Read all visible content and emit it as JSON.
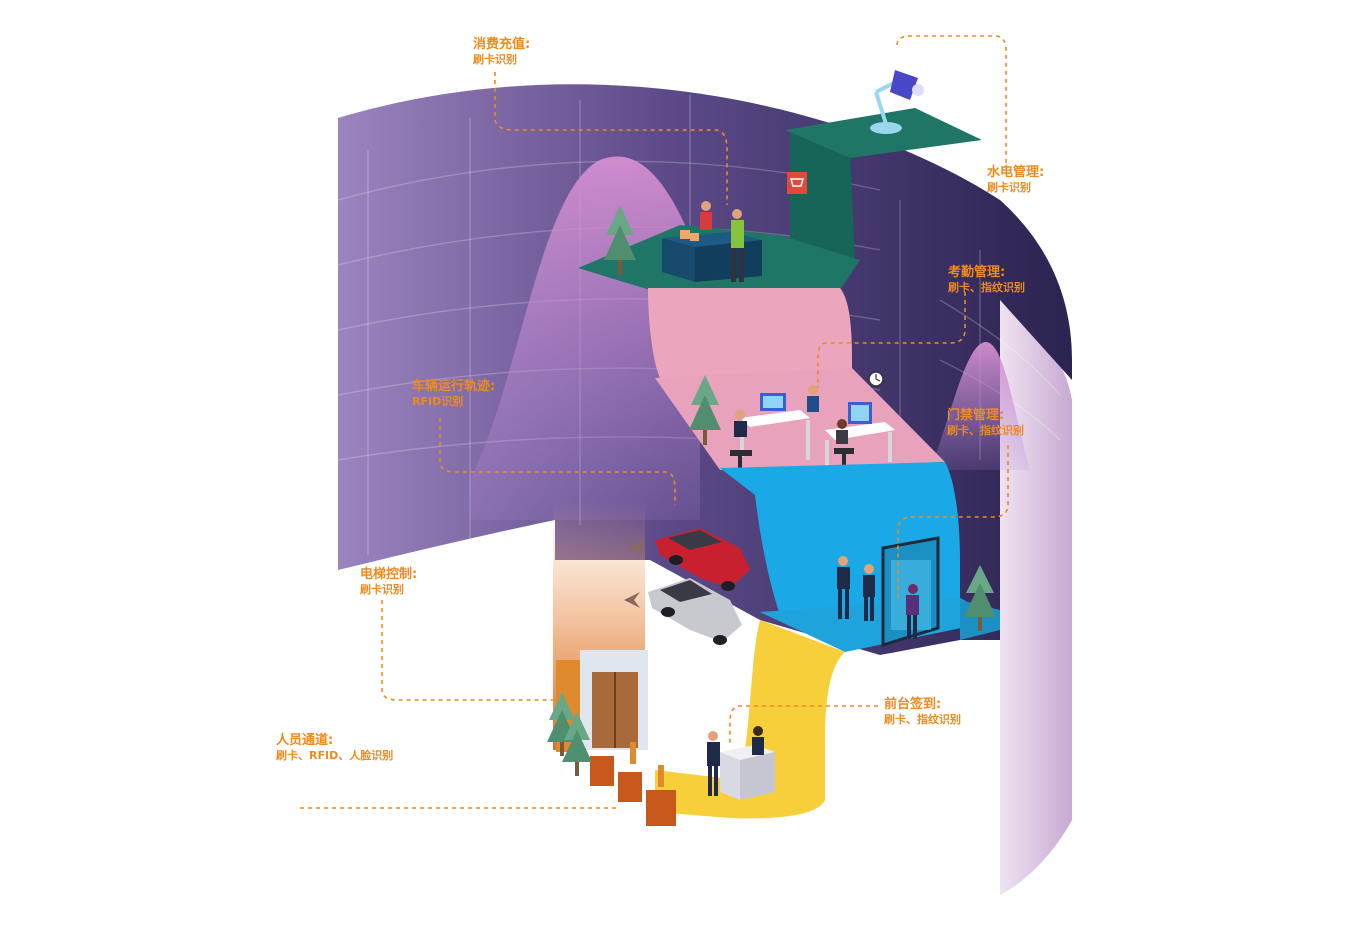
{
  "colors": {
    "accent_orange": "#ee8a1e",
    "wall_purple_light": "#9b84bf",
    "wall_purple_dark": "#2e2451",
    "teal_floor": "#1f6f63",
    "pink_floor": "#eba6bd",
    "blue_floor": "#1aa9e6",
    "yellow_floor": "#f7cf3a",
    "back_panel_lilac": "#dcc6e2"
  },
  "labels": {
    "consume": {
      "title": "消费充值:",
      "sub": "刷卡识别"
    },
    "utility": {
      "title": "水电管理:",
      "sub": "刷卡识别"
    },
    "attendance": {
      "title": "考勤管理:",
      "sub": "刷卡、指纹识别"
    },
    "vehicle": {
      "title": "车辆运行轨迹:",
      "sub": "RFID识别"
    },
    "door": {
      "title": "门禁管理:",
      "sub": "刷卡、指纹识别"
    },
    "elevator": {
      "title": "电梯控制:",
      "sub": "刷卡识别"
    },
    "reception": {
      "title": "前台签到:",
      "sub": "刷卡、指纹识别"
    },
    "passage": {
      "title": "人员通道:",
      "sub": "刷卡、RFID、人脸识别"
    }
  },
  "icons": {
    "lamp": "desk-lamp-icon",
    "cart": "shopping-cart-icon",
    "clock": "wall-clock-icon"
  }
}
